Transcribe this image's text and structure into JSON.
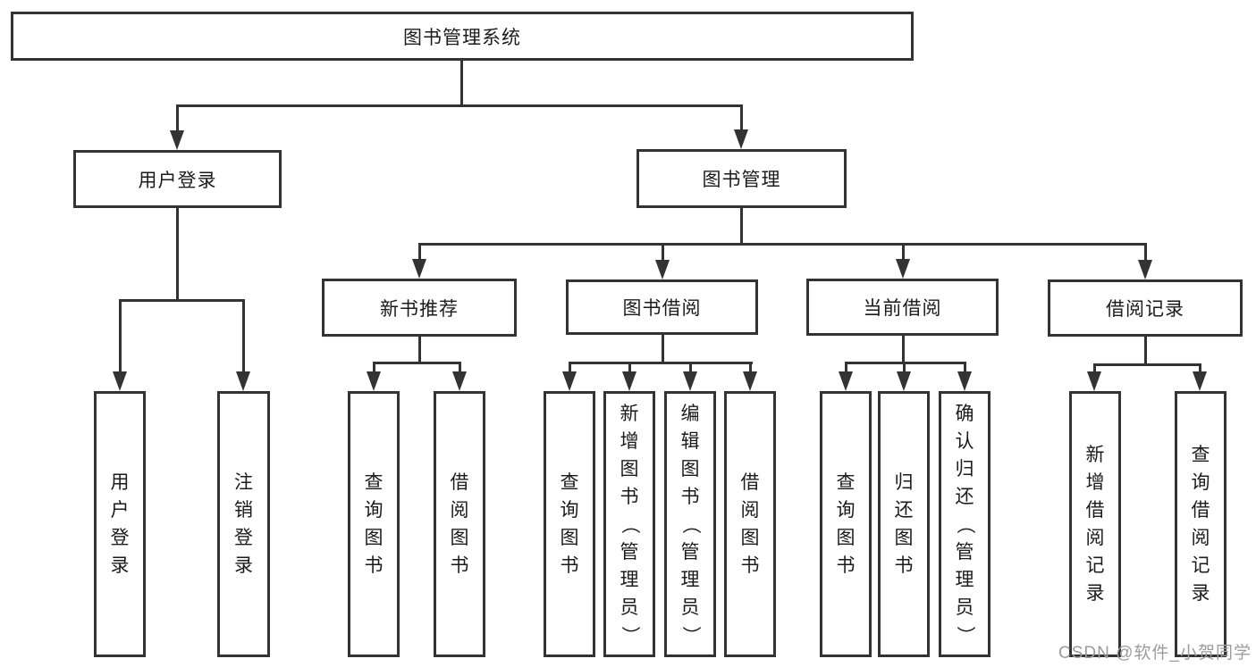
{
  "tree": {
    "root": "图书管理系统",
    "branches": [
      {
        "label": "用户登录",
        "children": [
          "用户登录",
          "注销登录"
        ]
      },
      {
        "label": "图书管理",
        "sections": [
          {
            "label": "新书推荐",
            "children": [
              "查询图书",
              "借阅图书"
            ]
          },
          {
            "label": "图书借阅",
            "children": [
              "查询图书",
              "新增图书（管理员）",
              "编辑图书（管理员）",
              "借阅图书"
            ]
          },
          {
            "label": "当前借阅",
            "children": [
              "查询图书",
              "归还图书",
              "确认归还（管理员）"
            ]
          },
          {
            "label": "借阅记录",
            "children": [
              "新增借阅记录",
              "查询借阅记录"
            ]
          }
        ]
      }
    ]
  },
  "watermark": {
    "text": "CSDN @软件_小贺同学"
  },
  "colors": {
    "line": "#333333",
    "text": "#1b1b1b",
    "watermark": "#9c9c9c",
    "background": "#ffffff"
  }
}
